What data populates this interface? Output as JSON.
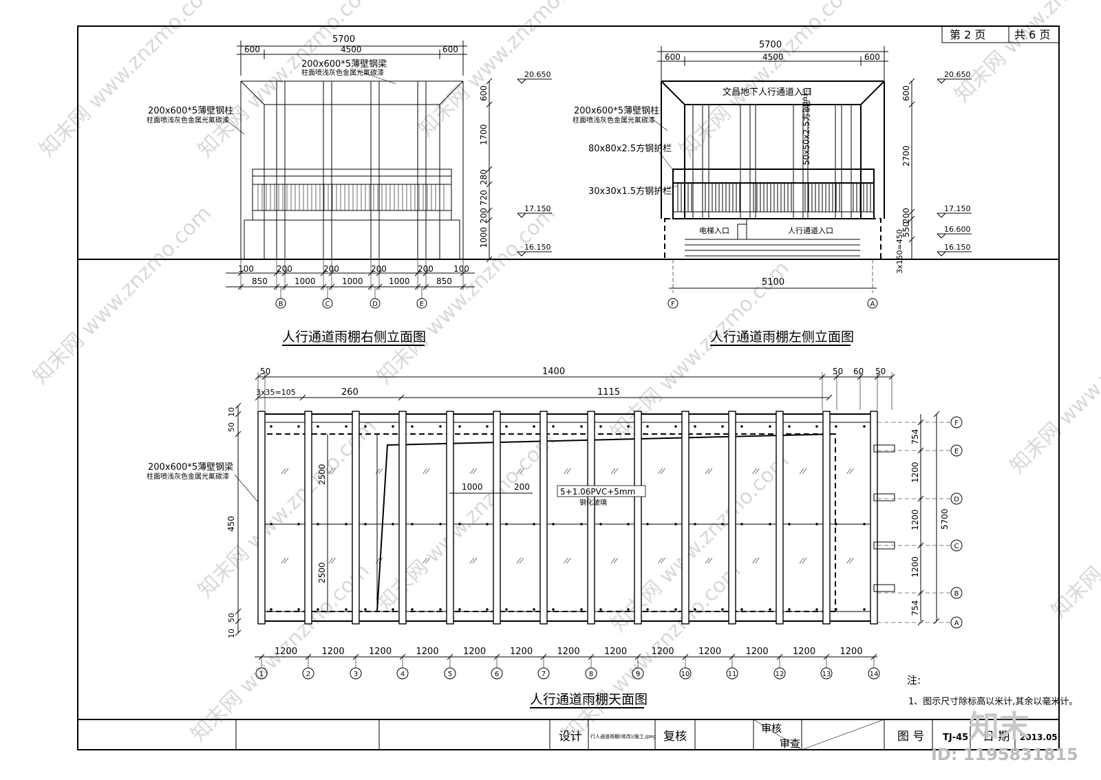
{
  "sheet": {
    "page_no_label": "第 2 页",
    "page_total_label": "共 6 页",
    "drawing_no_label": "图 号",
    "drawing_no": "TJ-45",
    "date_label": "日 期",
    "date": "2013.05",
    "design_label": "设计",
    "review_label": "复核",
    "audit_label": "审核",
    "check_label": "审查",
    "design_file": "行人通道雨棚(修改)/施工.jpeg",
    "note_title": "注:",
    "note_1": "1、图示尺寸除标高以米计,其余以毫米计。"
  },
  "right_elev": {
    "title": "人行通道雨棚右侧立面图",
    "dim_total": "5700",
    "dim_left": "600",
    "dim_mid": "4500",
    "dim_right": "600",
    "beam_note_1": "200x600*5薄壁钢梁",
    "beam_note_2": "柱面喷浅灰色金属光氟碳漆",
    "col_note_1": "200x600*5薄壁钢柱",
    "col_note_2": "柱面喷浅灰色金属光氟碳漆",
    "v_dims": [
      "600",
      "1700",
      "280",
      "720",
      "200",
      "1000"
    ],
    "elevations": [
      "20.650",
      "17.150",
      "16.150"
    ],
    "bottom_dims_a": [
      "100",
      "200",
      "200",
      "200",
      "200",
      "100"
    ],
    "bottom_dims_b": [
      "850",
      "1000",
      "1000",
      "1000",
      "850"
    ],
    "axes": [
      "B",
      "C",
      "D",
      "E"
    ]
  },
  "left_elev": {
    "title": "人行通道雨棚左侧立面图",
    "dim_total": "5700",
    "dim_left": "600",
    "dim_mid": "4500",
    "dim_right": "600",
    "sign_text": "文昌地下人行通道入口",
    "col_note_1": "200x600*5薄壁钢柱",
    "col_note_2": "柱面喷浅灰色金属光氟碳漆",
    "rail_note_1": "80x80x2.5方钢护栏",
    "rail_note_2": "30x30x1.5方钢护栏",
    "rail_note_3": "50x50x2.5方钢护栏",
    "elevator_label": "电梯入口",
    "passage_label": "人行通道入口",
    "v_dims": [
      "600",
      "2700",
      "200",
      "550"
    ],
    "stair_dim": "3x150=450",
    "elevations": [
      "20.650",
      "17.150",
      "16.600",
      "16.150"
    ],
    "bottom_dim": "5100",
    "axes": [
      "F",
      "A"
    ]
  },
  "plan": {
    "title": "人行通道雨棚天面图",
    "top_dims_a": [
      "50",
      "1400",
      "50",
      "60",
      "50"
    ],
    "top_dims_b": [
      "3x35=105",
      "260",
      "1115"
    ],
    "left_dims": [
      "10",
      "50",
      "450",
      "50",
      "10"
    ],
    "inner_dims": [
      "2500",
      "2500"
    ],
    "mid_dims": [
      "1000",
      "200"
    ],
    "glass_note_1": "5+1.06PVC+5mm",
    "glass_note_2": "钢化玻璃",
    "beam_note_1": "200x600*5薄壁钢梁",
    "beam_note_2": "柱面喷浅灰色金属光氟碳漆",
    "right_dims": [
      "754",
      "1200",
      "1200",
      "1200",
      "754"
    ],
    "right_total": "5700",
    "right_axes": [
      "F",
      "E",
      "D",
      "C",
      "B",
      "A"
    ],
    "bottom_dims": [
      "1200",
      "1200",
      "1200",
      "1200",
      "1200",
      "1200",
      "1200",
      "1200",
      "1200",
      "1200",
      "1200",
      "1200",
      "1200"
    ],
    "bottom_axes": [
      "1",
      "2",
      "3",
      "4",
      "5",
      "6",
      "7",
      "8",
      "9",
      "10",
      "11",
      "12",
      "13",
      "14"
    ]
  },
  "watermark": {
    "site": "www.znzmo.com",
    "brand": "知末网",
    "logo": "知末",
    "id": "ID: 1195831815"
  }
}
